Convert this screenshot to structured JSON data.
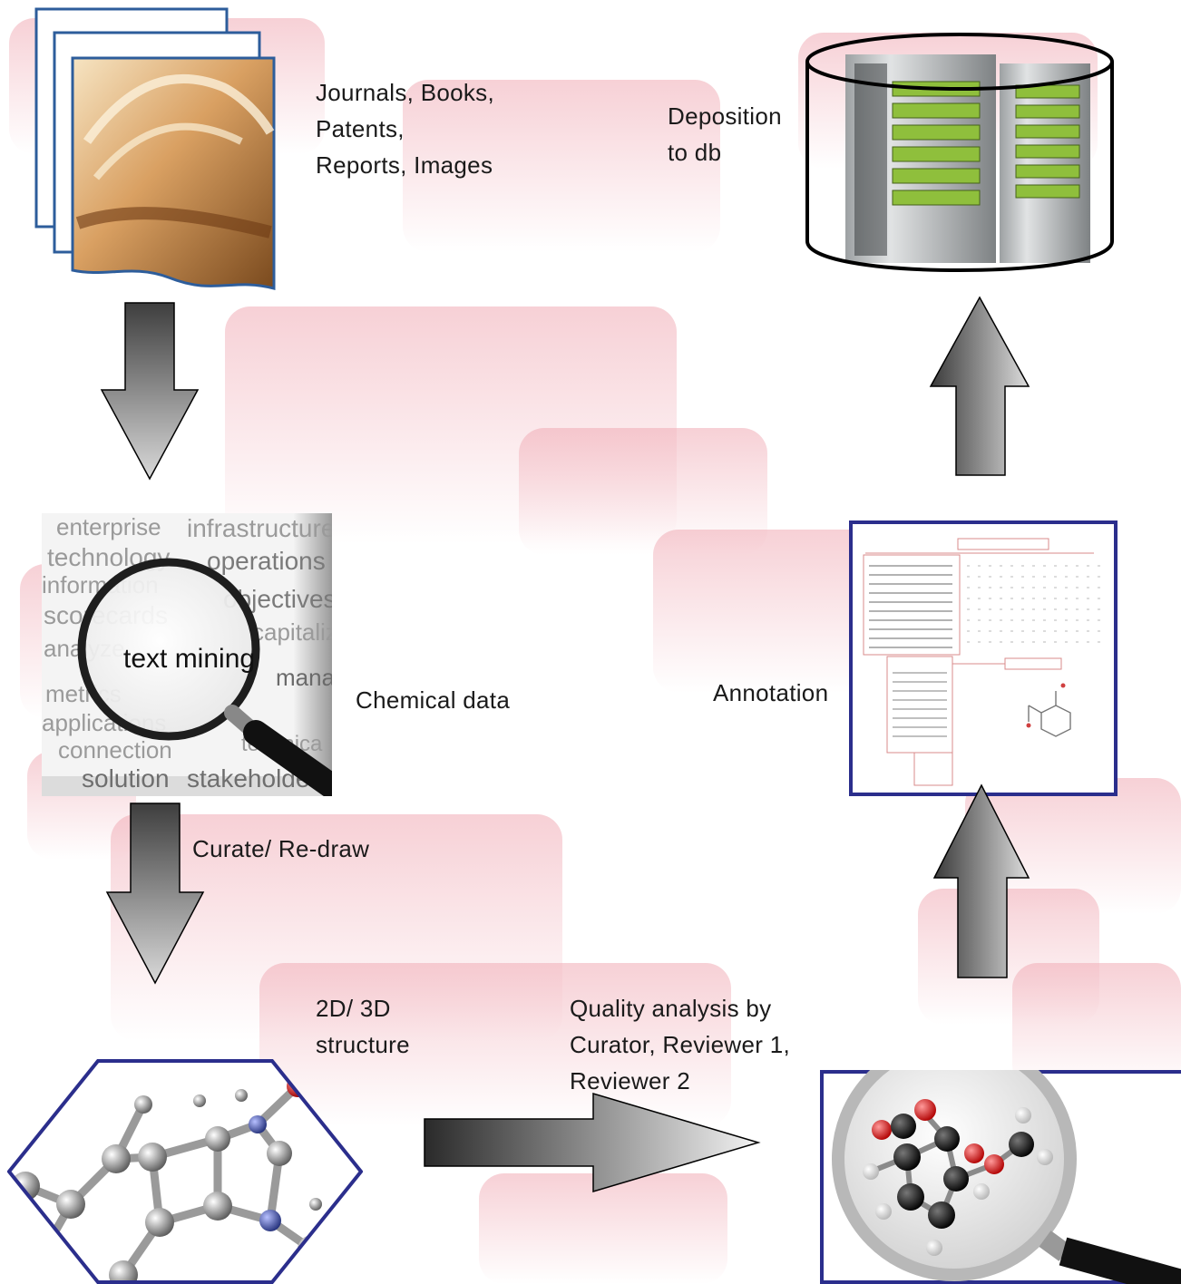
{
  "labels": {
    "sources": "Journals, Books,\nPatents,\nReports, Images",
    "deposition": "Deposition\nto db",
    "chemical_data": "Chemical data",
    "annotation": "Annotation",
    "curate": "Curate/ Re-draw",
    "structure": "2D/ 3D\nstructure",
    "quality": "Quality analysis by\nCurator,  Reviewer 1,\nReviewer 2"
  },
  "word_cloud": {
    "words": [
      "enterprise",
      "infrastructure",
      "technology",
      "operations",
      "information",
      "objectives",
      "scorecards",
      "capitaliz",
      "analyze",
      "text mining",
      "metrics",
      "manage",
      "applications",
      "technica",
      "connection",
      "solution",
      "stakeholder"
    ]
  },
  "colors": {
    "frame_blue": "#2b2e8c",
    "pink_band": "#f2b7bf",
    "arrow_dark": "#4a4a4a",
    "arrow_light": "#f2f2f2"
  }
}
